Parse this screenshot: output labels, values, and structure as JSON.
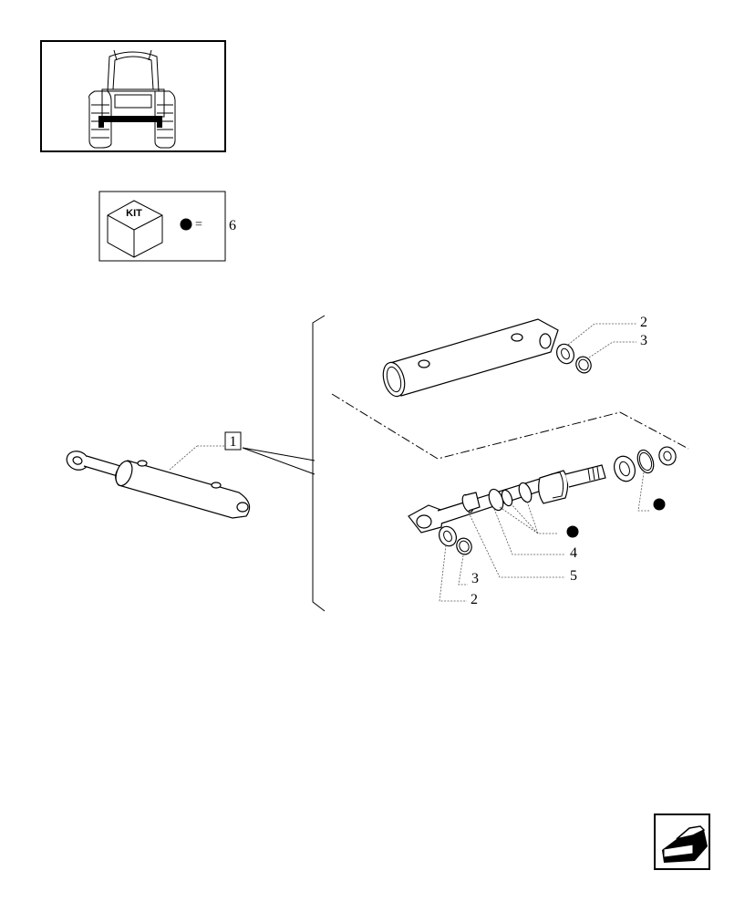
{
  "kit_legend": {
    "kit_text": "KIT",
    "equals": "=",
    "kit_ref": "6"
  },
  "callouts": {
    "cylinder_assembly": "1",
    "tube_washer": "2",
    "tube_snap_ring": "3",
    "rod_washer": "2",
    "rod_snap_ring": "3",
    "seal_set": "4",
    "rod_bushing": "5"
  },
  "icons": {
    "tractor_thumbnail": "tractor-rear-view-icon",
    "kit_cube": "kit-cube-icon",
    "kit_dot": "kit-dot-icon",
    "navigation": "next-page-arrow-icon"
  }
}
